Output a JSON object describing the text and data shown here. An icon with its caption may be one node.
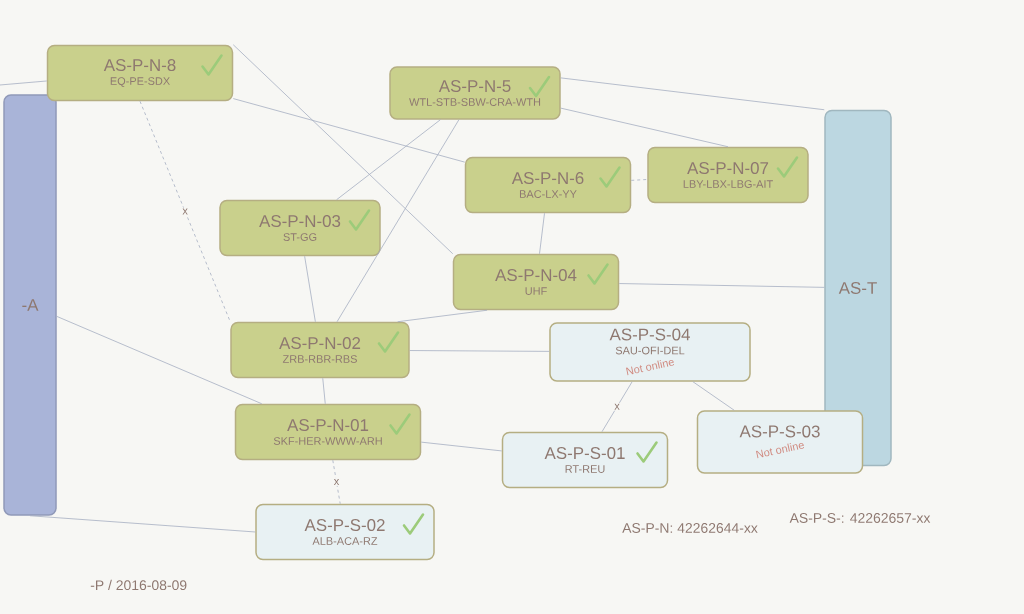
{
  "diagram": {
    "nodes": [
      {
        "text": [
          "-A"
        ]
      },
      {
        "text": [
          "AS-P-N-8",
          "EQ-PE-SDX"
        ]
      },
      {
        "text": [
          "AS-P-N-5",
          "WTL-STB-SBW-CRA-WTH"
        ]
      },
      {
        "text": [
          "AS-P-N-6",
          "BAC-LX-YY"
        ]
      },
      {
        "text": [
          "AS-P-N-07",
          "LBY-LBX-LBG-AIT"
        ]
      },
      {
        "text": [
          "AS-P-N-03",
          "ST-GG"
        ]
      },
      {
        "text": [
          "AS-P-N-04",
          "UHF"
        ]
      },
      {
        "text": [
          "AS-T"
        ]
      },
      {
        "text": [
          "AS-P-N-02",
          "ZRB-RBR-RBS"
        ]
      },
      {
        "text": [
          "AS-P-S-04",
          "SAU-OFI-DEL",
          "Not online"
        ]
      },
      {
        "text": [
          "AS-P-N-01",
          "SKF-HER-WWW-ARH"
        ]
      },
      {
        "text": [
          "AS-P-S-03",
          "Not online"
        ]
      },
      {
        "text": [
          "AS-P-S-01",
          "RT-REU"
        ]
      },
      {
        "text": [
          "AS-P-S-02",
          "ALB-ACA-RZ"
        ]
      }
    ],
    "edges": [
      {
        "from": 1,
        "to": null,
        "arrow": "none"
      },
      {
        "from": 1,
        "to": 8,
        "arrow": "none",
        "style": "dashed",
        "label": "x"
      },
      {
        "from": 1,
        "to": 3,
        "arrow": "none"
      },
      {
        "from": 1,
        "to": 6,
        "arrow": "none"
      },
      {
        "from": 2,
        "to": 5,
        "arrow": "none"
      },
      {
        "from": 2,
        "to": 8,
        "arrow": "none"
      },
      {
        "from": 2,
        "to": 7,
        "arrow": "none"
      },
      {
        "from": 2,
        "to": 4,
        "arrow": "none"
      },
      {
        "from": 3,
        "to": 4,
        "arrow": "none",
        "style": "dashed"
      },
      {
        "from": 3,
        "to": 6,
        "arrow": "none"
      },
      {
        "from": 5,
        "to": 8,
        "arrow": "none"
      },
      {
        "from": 6,
        "to": 7,
        "arrow": "none"
      },
      {
        "from": 6,
        "to": 8,
        "arrow": "none"
      },
      {
        "from": 8,
        "to": 9,
        "arrow": "none"
      },
      {
        "from": 8,
        "to": 10,
        "arrow": "none"
      },
      {
        "from": 0,
        "to": 10,
        "arrow": "none"
      },
      {
        "from": 10,
        "to": 13,
        "arrow": "none",
        "style": "dashed",
        "label": "x"
      },
      {
        "from": 10,
        "to": 12,
        "arrow": "none"
      },
      {
        "from": 9,
        "to": 12,
        "arrow": "none",
        "label": "x"
      },
      {
        "from": 9,
        "to": 11,
        "arrow": "none"
      },
      {
        "from": 0,
        "to": 13,
        "arrow": "none"
      }
    ],
    "labels": [
      "-P / 2016-08-09",
      "AS-P-N: 42262644-xx",
      "AS-P-S-: 42262657-xx"
    ]
  }
}
